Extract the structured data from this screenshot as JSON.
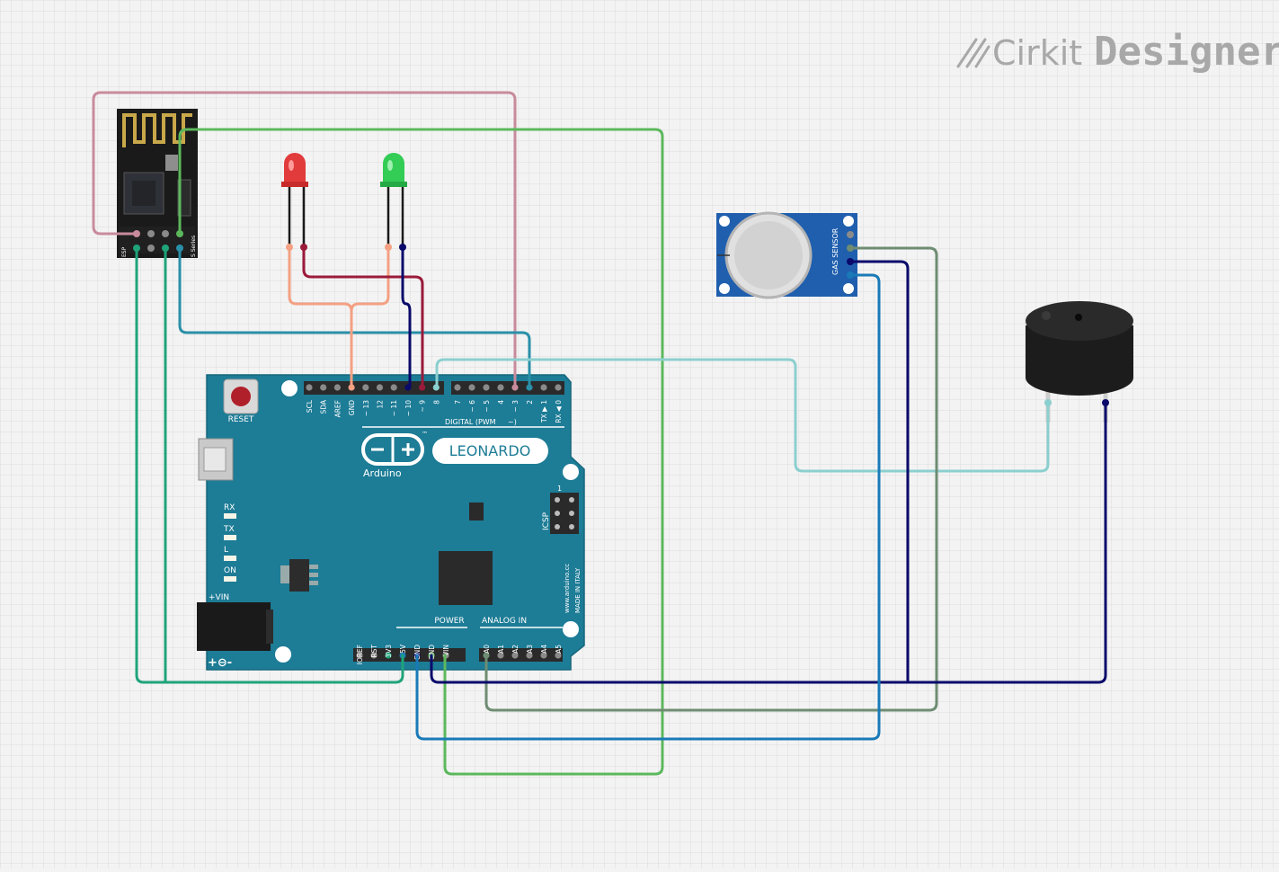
{
  "brand": {
    "prefix": "Cirkit",
    "suffix": "Designer"
  },
  "arduino": {
    "model": "LEONARDO",
    "maker": "Arduino",
    "tm": "™",
    "reset": "RESET",
    "leds": [
      "RX",
      "TX",
      "L",
      "ON"
    ],
    "vin": "+VIN",
    "icsp": "ICSP",
    "icsp_pin": "1",
    "digital_label": "DIGITAL (PWM",
    "digital_tilde": "~)",
    "power_label": "POWER",
    "analog_label": "ANALOG IN",
    "side_text": [
      "www.arduino.cc",
      "MADE IN ITALY"
    ],
    "top_pins": [
      "SCL",
      "SDA",
      "AREF",
      "GND",
      "~ 13",
      "12",
      "~ 11",
      "~ 10",
      "~ 9",
      "8",
      "7",
      "~ 6",
      "~ 5",
      "4",
      "~ 3",
      "2",
      "TX ▶ 1",
      "RX ◀ 0"
    ],
    "power_pins": [
      "IOREF",
      "RST",
      "3V3",
      "5V",
      "GND",
      "GND",
      "VIN"
    ],
    "analog_pins": [
      "A0",
      "A1",
      "A2",
      "A3",
      "A4",
      "A5"
    ]
  },
  "esp": {
    "side_left": "ESP",
    "side_right": "S Series"
  },
  "gas_sensor": {
    "label": "GAS SENSOR"
  },
  "colors": {
    "pink": "#c98b9c",
    "green": "#5cb85c",
    "teal": "#1fa37a",
    "blue_teal": "#2a8fa8",
    "salmon": "#f4a083",
    "crimson": "#9b1b3a",
    "navy": "#0a0a6b",
    "light_teal": "#8ccfcf",
    "sage": "#6e8c72",
    "blue": "#1a7ab8",
    "board": "#1d7c96"
  }
}
